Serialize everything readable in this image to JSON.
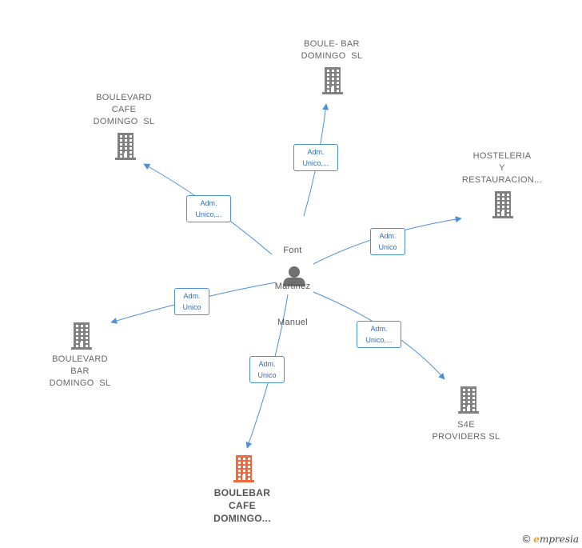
{
  "person": {
    "name_line1": "Font",
    "name_line2": "Martinez",
    "name_line3": "Manuel",
    "icon": "person-icon"
  },
  "companies": [
    {
      "id": "boule-bar",
      "label": "BOULE- BAR\nDOMINGO  SL",
      "icon": "building-icon",
      "color": "#808080"
    },
    {
      "id": "boulevard-cafe",
      "label": "BOULEVARD\nCAFE\nDOMINGO  SL",
      "icon": "building-icon",
      "color": "#808080"
    },
    {
      "id": "hosteleria",
      "label": "HOSTELERIA\nY\nRESTAURACION...",
      "icon": "building-icon",
      "color": "#808080"
    },
    {
      "id": "boulevard-bar",
      "label": "BOULEVARD\nBAR\nDOMINGO  SL",
      "icon": "building-icon",
      "color": "#808080"
    },
    {
      "id": "s4e",
      "label": "S4E\nPROVIDERS SL",
      "icon": "building-icon",
      "color": "#808080"
    },
    {
      "id": "boulebar-cafe",
      "label": "BOULEBAR\nCAFE\nDOMINGO...",
      "icon": "building-icon",
      "color": "#f26a3b"
    }
  ],
  "relations": [
    {
      "target": "boule-bar",
      "label": "Adm.\nUnico,..."
    },
    {
      "target": "boulevard-cafe",
      "label": "Adm.\nUnico,..."
    },
    {
      "target": "hosteleria",
      "label": "Adm.\nUnico"
    },
    {
      "target": "boulevard-bar",
      "label": "Adm.\nUnico"
    },
    {
      "target": "s4e",
      "label": "Adm.\nUnico,..."
    },
    {
      "target": "boulebar-cafe",
      "label": "Adm.\nUnico"
    }
  ],
  "colors": {
    "edge": "#4a90d9",
    "building": "#808080",
    "highlight": "#f26a3b",
    "person": "#707070"
  },
  "footer": {
    "copyright": "©",
    "brand_e": "e",
    "brand_rest": "mpresia"
  }
}
